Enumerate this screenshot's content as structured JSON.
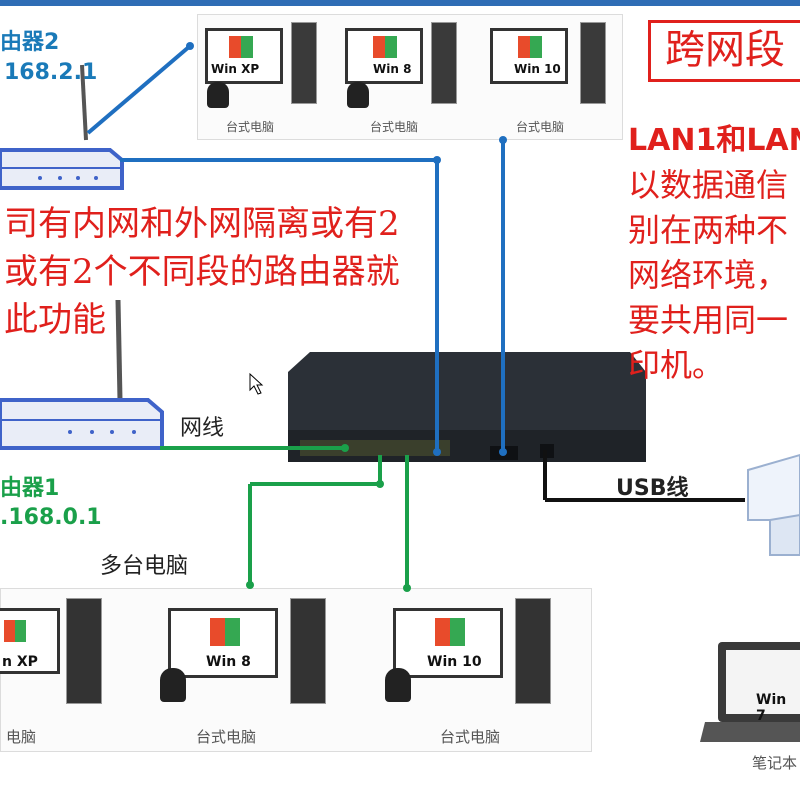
{
  "notice": {
    "title": "跨网段",
    "line1": "LAN1和LAN",
    "line2": "以数据通信",
    "line3": "别在两种不",
    "line4": "网络环境，",
    "line5": "要共用同一",
    "line6": "印机。"
  },
  "caption": {
    "line1": "司有内网和外网隔离或有2",
    "line2": "或有2个不同段的路由器就",
    "line3": "此功能"
  },
  "router2": {
    "name": "由器2",
    "ip": "168.2.1"
  },
  "router1": {
    "name": "由器1",
    "ip": ".168.0.1"
  },
  "labels": {
    "cable": "网线",
    "usb": "USB线",
    "multi_pc": "多台电脑",
    "laptop": "笔记本"
  },
  "top_pcs": [
    {
      "os": "Win XP",
      "caption": "台式电脑"
    },
    {
      "os": "Win 8",
      "caption": "台式电脑"
    },
    {
      "os": "Win 10",
      "caption": "台式电脑"
    }
  ],
  "bottom_pcs": [
    {
      "os": "n XP",
      "caption": "电脑"
    },
    {
      "os": "Win 8",
      "caption": "台式电脑"
    },
    {
      "os": "Win 10",
      "caption": "台式电脑"
    }
  ],
  "laptop_os": "Win 7",
  "colors": {
    "blue_line": "#1f6fc0",
    "green_line": "#1aa04a",
    "red_text": "#e0201c"
  }
}
